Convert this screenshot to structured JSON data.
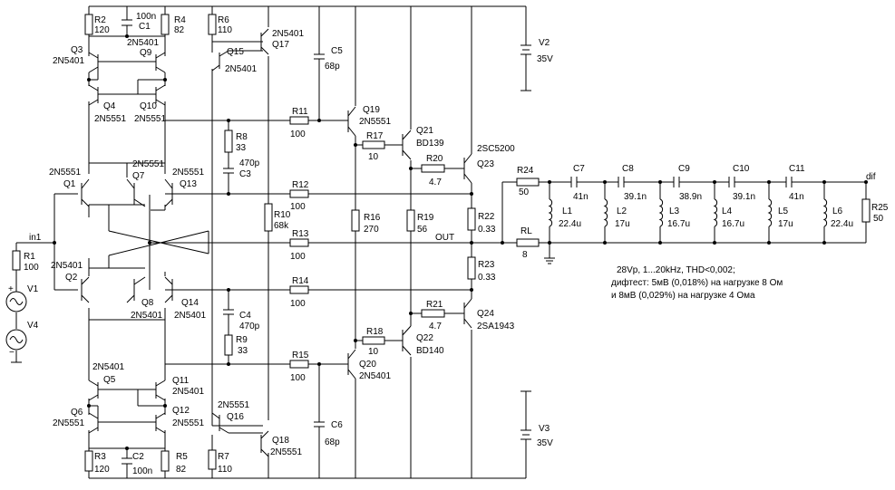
{
  "components": {
    "R1": {
      "ref": "R1",
      "value": "100"
    },
    "R2": {
      "ref": "R2",
      "value": "120"
    },
    "R3": {
      "ref": "R3",
      "value": "120"
    },
    "R4": {
      "ref": "R4",
      "value": "82"
    },
    "R5": {
      "ref": "R5",
      "value": "82"
    },
    "R6": {
      "ref": "R6",
      "value": "110"
    },
    "R7": {
      "ref": "R7",
      "value": "110"
    },
    "R8": {
      "ref": "R8",
      "value": "33"
    },
    "R9": {
      "ref": "R9",
      "value": "33"
    },
    "R10": {
      "ref": "R10",
      "value": "68k"
    },
    "R11": {
      "ref": "R11",
      "value": "100"
    },
    "R12": {
      "ref": "R12",
      "value": "100"
    },
    "R13": {
      "ref": "R13",
      "value": "100"
    },
    "R14": {
      "ref": "R14",
      "value": "100"
    },
    "R15": {
      "ref": "R15",
      "value": "100"
    },
    "R16": {
      "ref": "R16",
      "value": "270"
    },
    "R17": {
      "ref": "R17",
      "value": "10"
    },
    "R18": {
      "ref": "R18",
      "value": "10"
    },
    "R19": {
      "ref": "R19",
      "value": "56"
    },
    "R20": {
      "ref": "R20",
      "value": "4.7"
    },
    "R21": {
      "ref": "R21",
      "value": "4.7"
    },
    "R22": {
      "ref": "R22",
      "value": "0.33"
    },
    "R23": {
      "ref": "R23",
      "value": "0.33"
    },
    "R24": {
      "ref": "R24",
      "value": "50"
    },
    "R25": {
      "ref": "R25",
      "value": "50"
    },
    "RL": {
      "ref": "RL",
      "value": "8"
    },
    "C1": {
      "ref": "C1",
      "value": "100n"
    },
    "C2": {
      "ref": "C2",
      "value": "100n"
    },
    "C3": {
      "ref": "C3",
      "value": "470p"
    },
    "C4": {
      "ref": "C4",
      "value": "470p"
    },
    "C5": {
      "ref": "C5",
      "value": "68p"
    },
    "C6": {
      "ref": "C6",
      "value": "68p"
    },
    "C7": {
      "ref": "C7",
      "value": "41n"
    },
    "C8": {
      "ref": "C8",
      "value": "39.1n"
    },
    "C9": {
      "ref": "C9",
      "value": "38.9n"
    },
    "C10": {
      "ref": "C10",
      "value": "39.1n"
    },
    "C11": {
      "ref": "C11",
      "value": "41n"
    },
    "L1": {
      "ref": "L1",
      "value": "22.4u"
    },
    "L2": {
      "ref": "L2",
      "value": "17u"
    },
    "L3": {
      "ref": "L3",
      "value": "16.7u"
    },
    "L4": {
      "ref": "L4",
      "value": "16.7u"
    },
    "L5": {
      "ref": "L5",
      "value": "17u"
    },
    "L6": {
      "ref": "L6",
      "value": "22.4u"
    },
    "Q1": {
      "ref": "Q1",
      "value": "2N5551"
    },
    "Q2": {
      "ref": "Q2",
      "value": "2N5401"
    },
    "Q3": {
      "ref": "Q3",
      "value": "2N5401"
    },
    "Q4": {
      "ref": "Q4",
      "value": "2N5551"
    },
    "Q5": {
      "ref": "Q5",
      "value": "2N5401"
    },
    "Q6": {
      "ref": "Q6",
      "value": "2N5551"
    },
    "Q7": {
      "ref": "Q7",
      "value": "2N5551"
    },
    "Q8": {
      "ref": "Q8",
      "value": "2N5401"
    },
    "Q9": {
      "ref": "Q9",
      "value": "2N5401"
    },
    "Q10": {
      "ref": "Q10",
      "value": "2N5551"
    },
    "Q11": {
      "ref": "Q11",
      "value": "2N5401"
    },
    "Q12": {
      "ref": "Q12",
      "value": "2N5551"
    },
    "Q13": {
      "ref": "Q13",
      "value": "2N5551"
    },
    "Q14": {
      "ref": "Q14",
      "value": "2N5401"
    },
    "Q15": {
      "ref": "Q15",
      "value": "2N5401"
    },
    "Q16": {
      "ref": "Q16",
      "value": "2N5551"
    },
    "Q17": {
      "ref": "Q17",
      "value": "2N5401"
    },
    "Q18": {
      "ref": "Q18",
      "value": "2N5551"
    },
    "Q19": {
      "ref": "Q19",
      "value": "2N5551"
    },
    "Q20": {
      "ref": "Q20",
      "value": "2N5401"
    },
    "Q21": {
      "ref": "Q21",
      "value": "BD139"
    },
    "Q22": {
      "ref": "Q22",
      "value": "BD140"
    },
    "Q23": {
      "ref": "Q23",
      "value": "2SC5200"
    },
    "Q24": {
      "ref": "Q24",
      "value": "2SA1943"
    },
    "V1": {
      "ref": "V1"
    },
    "V2": {
      "ref": "V2",
      "value": "35V"
    },
    "V3": {
      "ref": "V3",
      "value": "35V"
    },
    "V4": {
      "ref": "V4"
    }
  },
  "nets": {
    "in1": "in1",
    "out": "OUT",
    "dif": "dif"
  },
  "notes": [
    "28Vp, 1...20kHz, THD<0,002;",
    "дифтест: 5мВ (0,018%) на нагрузке 8 Ом",
    "и 8мВ (0,029%) на нагрузке 4 Ома"
  ]
}
